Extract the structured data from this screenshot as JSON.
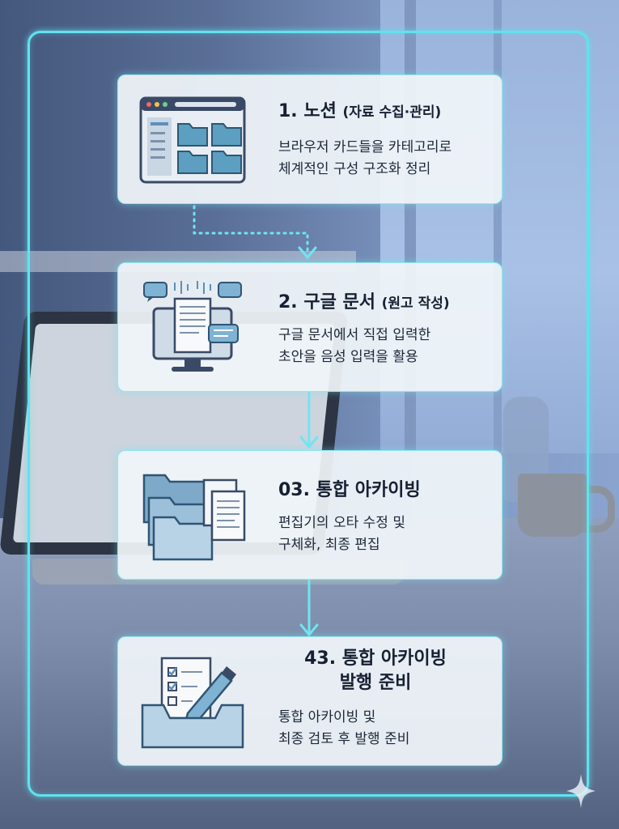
{
  "steps": [
    {
      "title": "1. 노션",
      "subtitle": "(자료 수집·관리)",
      "desc_line1": "브라우저 카드들을 카테고리로",
      "desc_line2": "체계적인 구성 구조화 정리",
      "icon": "browser-folders-icon"
    },
    {
      "title": "2. 구글 문서",
      "subtitle": "(원고 작성)",
      "desc_line1": "구글 문서에서 직접 입력한",
      "desc_line2": "초안을 음성 입력을 활용",
      "icon": "monitor-document-icon"
    },
    {
      "title": "03. 통합 아카이빙",
      "subtitle": "",
      "desc_line1": "편집기의 오타 수정 및",
      "desc_line2": "구체화, 최종 편집",
      "icon": "folders-documents-icon"
    },
    {
      "title": "43. 통합 아카이빙",
      "title_line2": "발행 준비",
      "subtitle": "",
      "desc_line1": "통합 아카이빙 및",
      "desc_line2": "최종 검토 후 발행 준비",
      "icon": "checklist-pencil-tray-icon"
    }
  ],
  "colors": {
    "accent": "#5fe3ee",
    "card_bg": "#f0f5f9",
    "text": "#172033",
    "icon_blue": "#5c8fb8"
  }
}
